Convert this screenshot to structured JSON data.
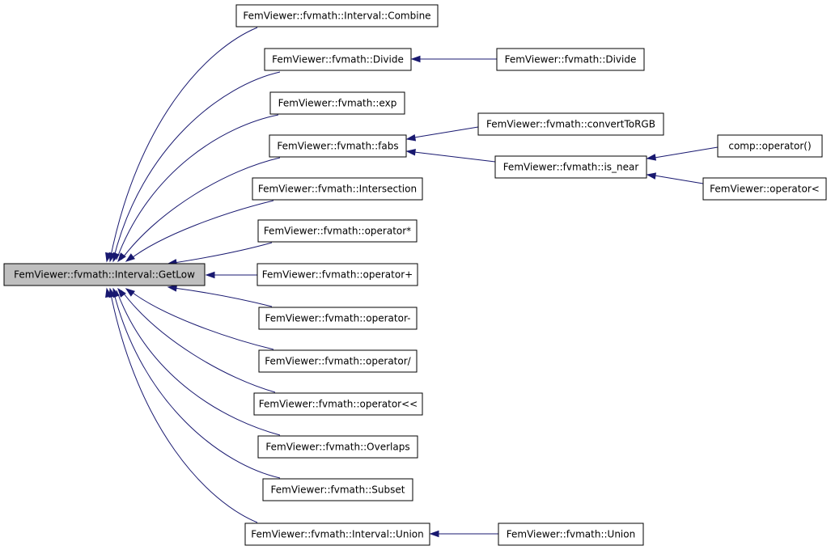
{
  "nodes": [
    {
      "id": "root",
      "label": "FemViewer::fvmath::Interval::GetLow"
    },
    {
      "id": "combine",
      "label": "FemViewer::fvmath::Interval::Combine"
    },
    {
      "id": "divide",
      "label": "FemViewer::fvmath::Divide"
    },
    {
      "id": "divide2",
      "label": "FemViewer::fvmath::Divide"
    },
    {
      "id": "exp",
      "label": "FemViewer::fvmath::exp"
    },
    {
      "id": "fabs",
      "label": "FemViewer::fvmath::fabs"
    },
    {
      "id": "converttorgb",
      "label": "FemViewer::fvmath::convertToRGB"
    },
    {
      "id": "isnear",
      "label": "FemViewer::fvmath::is_near"
    },
    {
      "id": "compop",
      "label": "comp::operator()"
    },
    {
      "id": "oplt",
      "label": "FemViewer::operator<"
    },
    {
      "id": "intersection",
      "label": "FemViewer::fvmath::Intersection"
    },
    {
      "id": "opmul",
      "label": "FemViewer::fvmath::operator*"
    },
    {
      "id": "opplus",
      "label": "FemViewer::fvmath::operator+"
    },
    {
      "id": "opminus",
      "label": "FemViewer::fvmath::operator-"
    },
    {
      "id": "opdiv",
      "label": "FemViewer::fvmath::operator/"
    },
    {
      "id": "opshl",
      "label": "FemViewer::fvmath::operator<<"
    },
    {
      "id": "overlaps",
      "label": "FemViewer::fvmath::Overlaps"
    },
    {
      "id": "subset",
      "label": "FemViewer::fvmath::Subset"
    },
    {
      "id": "iunion",
      "label": "FemViewer::fvmath::Interval::Union"
    },
    {
      "id": "union",
      "label": "FemViewer::fvmath::Union"
    }
  ],
  "edges": [
    {
      "from": "combine",
      "to": "root"
    },
    {
      "from": "divide",
      "to": "root"
    },
    {
      "from": "exp",
      "to": "root"
    },
    {
      "from": "fabs",
      "to": "root"
    },
    {
      "from": "intersection",
      "to": "root"
    },
    {
      "from": "opmul",
      "to": "root"
    },
    {
      "from": "opplus",
      "to": "root"
    },
    {
      "from": "opminus",
      "to": "root"
    },
    {
      "from": "opdiv",
      "to": "root"
    },
    {
      "from": "opshl",
      "to": "root"
    },
    {
      "from": "overlaps",
      "to": "root"
    },
    {
      "from": "subset",
      "to": "root"
    },
    {
      "from": "iunion",
      "to": "root"
    },
    {
      "from": "divide2",
      "to": "divide"
    },
    {
      "from": "converttorgb",
      "to": "fabs"
    },
    {
      "from": "isnear",
      "to": "fabs"
    },
    {
      "from": "compop",
      "to": "isnear"
    },
    {
      "from": "oplt",
      "to": "isnear"
    },
    {
      "from": "union",
      "to": "iunion"
    }
  ],
  "colors": {
    "edge": "#191970",
    "root_fill": "#bfbfbf",
    "node_fill": "#ffffff",
    "node_border": "#000000"
  }
}
